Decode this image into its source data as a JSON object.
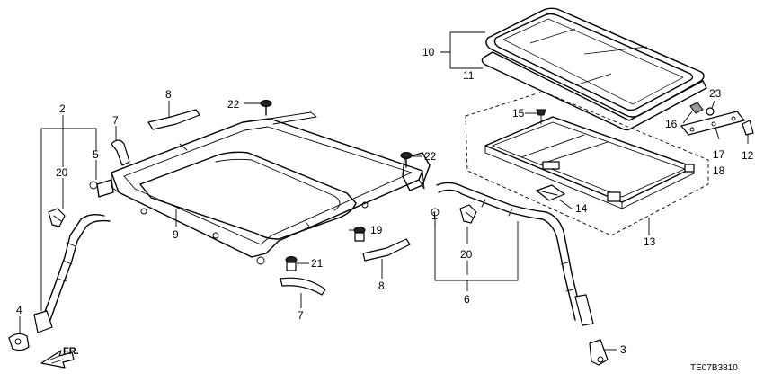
{
  "diagram": {
    "callouts": {
      "c1": "1",
      "c2": "2",
      "c3": "3",
      "c4": "4",
      "c5": "5",
      "c6": "6",
      "c7a": "7",
      "c7b": "7",
      "c8a": "8",
      "c8b": "8",
      "c9": "9",
      "c10": "10",
      "c11": "11",
      "c12": "12",
      "c13": "13",
      "c14": "14",
      "c15": "15",
      "c16": "16",
      "c17": "17",
      "c18": "18",
      "c19": "19",
      "c20a": "20",
      "c20b": "20",
      "c21": "21",
      "c22a": "22",
      "c22b": "22",
      "c23": "23"
    },
    "direction_label": "FR.",
    "diagram_code": "TE07B3810"
  }
}
